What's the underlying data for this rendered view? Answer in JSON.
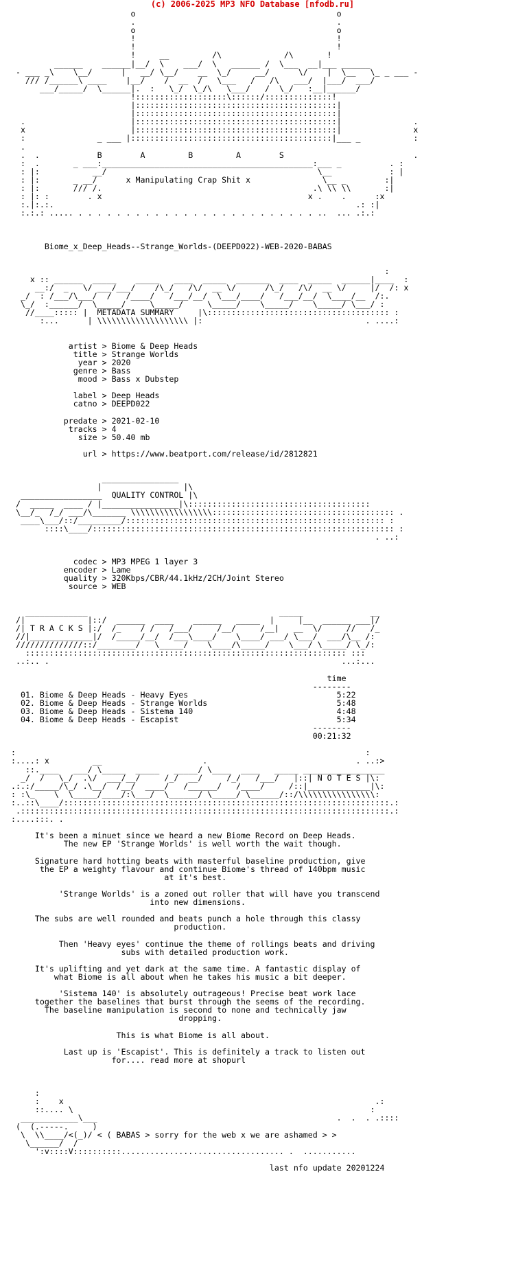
{
  "header": "(c) 2006-2025 MP3 NFO Database [nfodb.ru]",
  "nfo_lines": [
    "                         o                                          o",
    "                         .                                          .",
    "                         o                                          o",
    "                         !                                          !",
    "                         !                                          !",
    "                         !     __         /\\             /\\       !",
    "         ______    ______|__/  \\    ___/  \\   ______ /  \\___  __|___ ______",
    " - ___ _\\    \\__/      |   __/ \\__/    __  \\_/     __/      \\/    |  \\__   \\_ _ ___ -",
    "   /// /______\\ ____    |__/    /  __  /   \\___   /   /\\   ___/  |___/  ___/",
    "      ___/_____/  \\______|.  :   \\_/  \\_/\\   \\___/   /  \\_/   :__|______/",
    "                         !:::::::::::::::::::\\::::::/::::::::::::::!",
    "                         |::::::::::::::::::::::::::::::::::::::::::|",
    "                         |::::::::::::::::::::::::::::::::::::::::::|",
    "  .                      |::::::::::::::::::::::::::::::::::::::::::|               .",
    "  x                      |::::::::::::::::::::::::::::::::::::::::::|               x",
    "  :               _ ___ |::::::::::::::::::::::::::::::::::::::::::|___ _           :",
    "  .",
    "  .  .            B        A         B         A        S                           .",
    "  :  .       _ ___:____________________________________________:___ _          . :",
    "  : |:           __/                                            \\__            : |",
    "  : |:       _ __/      x Manipulating Crap Shit x               \\__ _        :|",
    "  : |:       /// /.                                            .\\ \\\\ \\\\       :|",
    "  : |: :        . x                                           x .    .      :x",
    "  :.|:.:.                                                               .: :|",
    "  :.:.: ..... . . . . . . . . . . . . . . . . . . . . . . . . . ..  ... .:.:",
    "",
    "",
    "",
    "       Biome_x_Deep_Heads--Strange_Worlds-(DEEPD022)-WEB-2020-BABAS",
    "",
    "",
    "                                                                              :",
    "    x :: ______  _____    _____   ____  _____  _______  ____  _____  ______|____  :",
    "     __:/  _   \\/ ___/___/    /\\_/   /\\/  __ \\/      /\\_/   /\\/  __ \\/     |/  /: x",
    "  _/  : /___/\\___/  /   /____/   /___/__/  \\___/____/   /___/__/  \\____/__  /:.",
    "  \\_/  :______/  \\_____/     \\_____/     \\_____/    \\_____/    \\_____/ \\___/ :",
    "   //____::::: |  METADATA SUMMARY     |\\:::::::::::::::::::::::::::::::::::::: :",
    "      :...      | \\\\\\\\\\\\\\\\\\\\\\\\\\\\\\\\\\\\\\ |:                                  . ....:",
    "",
    "",
    "            artist > Biome & Deep Heads",
    "             title > Strange Worlds",
    "              year > 2020",
    "             genre > Bass",
    "              mood > Bass x Dubstep",
    "",
    "             label > Deep Heads",
    "             catno > DEEPD022",
    "",
    "           predate > 2021-02-10",
    "            tracks > 4",
    "              size > 50.40 mb",
    "",
    "               url > https://www.beatport.com/release/id/2812821",
    "",
    "",
    "                   ________________",
    "                  |                 |\\",
    "  _________________  QUALITY CONTROL |\\",
    " /  _____  ____ / |________________|\\::::::::::::::::::::::::::::::::::::::",
    " \\__/_  /_/ ___/\\_______ \\\\\\\\\\\\\\\\\\\\\\\\\\\\\\\\\\:::::::::::::::::::::::::::::::::::::: .",
    "  ____\\___/::/_________/:::::::::::::::::::::::::::::::::::::::::::::::::::::: :",
    "       ::::\\____/::::::::::::::::::::::::::::::::::::::::::::::::::::::::::::::: :",
    "                                                                            . ..:",
    "",
    "",
    "             codec > MP3 MPEG 1 layer 3",
    "           encoder > Lame",
    "           quality > 320Kbps/CBR/44.1kHz/2CH/Joint Stereo",
    "            source > WEB",
    "",
    "",
    "   _____________                                        _____              __",
    " /|             |::/  ______  ____    ______   _____  |     |__  ______ ___|/",
    " /| T R A C K S |:/  /_    / /   /___/     /__/     /__|   __  \\/     //   /_",
    " //|_____________|/  /_____/__/  /___\\____/    \\____/ ___/ \\___/  ___/\\__ /:",
    " //////////////::/________/   \\_____/    \\____/\\_____/    \\___/ \\_____/ \\_/:",
    "   ::::::::::::::::::::::::::::::::::::::::::::::::::::::::::::::::::: :::",
    " ..:.. .                                                             ...:...",
    "",
    "                                                                  time",
    "                                                               --------",
    "  01. Biome & Deep Heads - Heavy Eyes                               5:22",
    "  02. Biome & Deep Heads - Strange Worlds                           5:48",
    "  03. Biome & Deep Heads - Sistema 140                              4:48",
    "  04. Biome & Deep Heads - Escapist                                 5:34",
    "                                                               --------",
    "                                                               00:21:32",
    "",
    ":                                                                         :",
    ":....: x         __                     .                               . ..:>",
    "   ::.____   ___/ \\_____  _____   _____/ \\____  ____   _____ _________________",
    "  _/  /   \\_/  .\\/  ___/__/     /_/  __/     /_/   /___/   |::| N O T E S |\\:",
    ".:.:/_____/\\_/ .\\__/  /__/  ____/   /______/   /____/     /::|_____________|\\:",
    ": :\\_    \\  \\_____/____/:\\___/  \\______/ \\_____/ \\______/::/\\\\\\\\\\\\\\\\\\\\\\\\\\\\\\\\:",
    ":..::\\____/::::::::::::::::::::::::::::::::::::::::::::::::::::::::::::::::::::.:",
    " .:::::::::::::::::::::::::::::::::::::::::::::::::::::::::::::::::::::::::::::.:",
    ":....:::. .",
    "",
    "     It's been a minuet since we heard a new Biome Record on Deep Heads.",
    "           The new EP 'Strange Worlds' is well worth the wait though.",
    "",
    "     Signature hard hotting beats with masterful baseline production, give",
    "      the EP a weighty flavour and continue Biome's thread of 140bpm music",
    "                                at it's best.",
    "",
    "          'Strange Worlds' is a zoned out roller that will have you transcend",
    "                             into new dimensions.",
    "",
    "     The subs are well rounded and beats punch a hole through this classy",
    "                                  production.",
    "",
    "          Then 'Heavy eyes' continue the theme of rollings beats and driving",
    "                       subs with detailed production work.",
    "",
    "     It's uplifting and yet dark at the same time. A fantastic display of",
    "         what Biome is all about when he takes his music a bit deeper.",
    "",
    "          'Sistema 140' is absolutely outrageous! Precise beat work lace",
    "     together the baselines that burst through the seems of the recording.",
    "       The baseline manipulation is second to none and technically jaw",
    "                                   dropping.",
    "",
    "                      This is what Biome is all about.",
    "",
    "           Last up is 'Escapist'. This is definitely a track to listen out",
    "                     for.... read more at shopurl",
    "",
    "",
    "",
    "     :",
    "     :    x                                                                 .:",
    "     ::.... \\                                                              :",
    "  ____________\\___                                                  .  .  . .::::",
    " (  (.-----.     )",
    "  \\  \\\\____/<(_)/ < ( BABAS > sorry for the web x we are ashamed > >",
    "   \\______/  /",
    "     ':v::::V::::::::::.................................. .  ...........",
    "",
    "                                                      last nfo update 20201224"
  ]
}
